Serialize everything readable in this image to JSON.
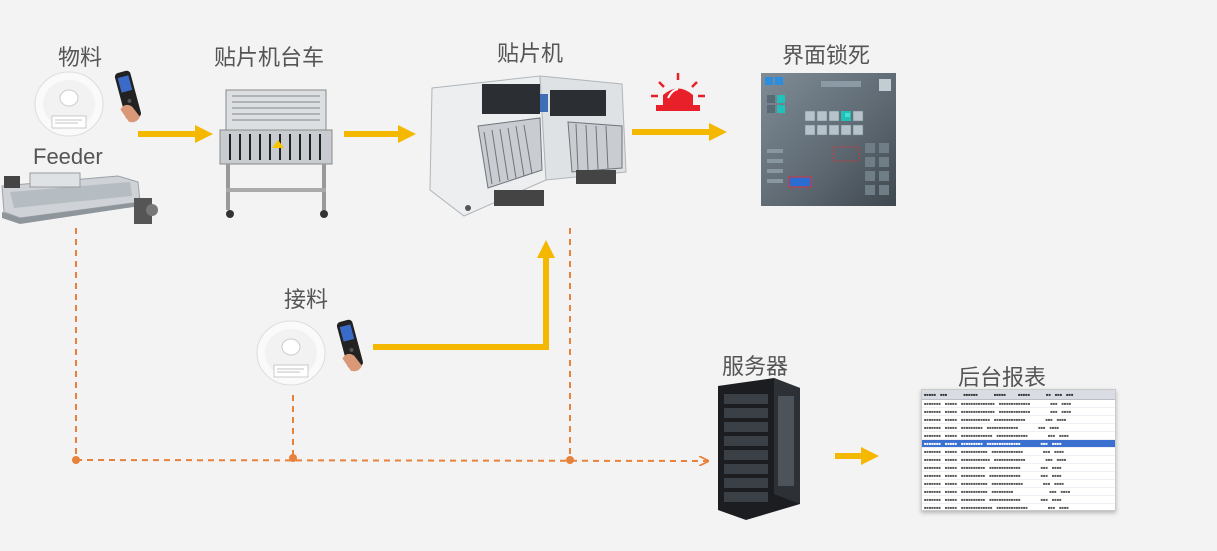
{
  "nodes": {
    "material": "物料",
    "feeder": "Feeder",
    "cart": "贴片机台车",
    "mounter": "贴片机",
    "lock": "界面锁死",
    "splice": "接料",
    "server": "服务器",
    "report": "后台报表"
  },
  "colors": {
    "flow_arrow": "#f5b800",
    "data_line": "#e8823a",
    "alarm": "#e8202a"
  }
}
